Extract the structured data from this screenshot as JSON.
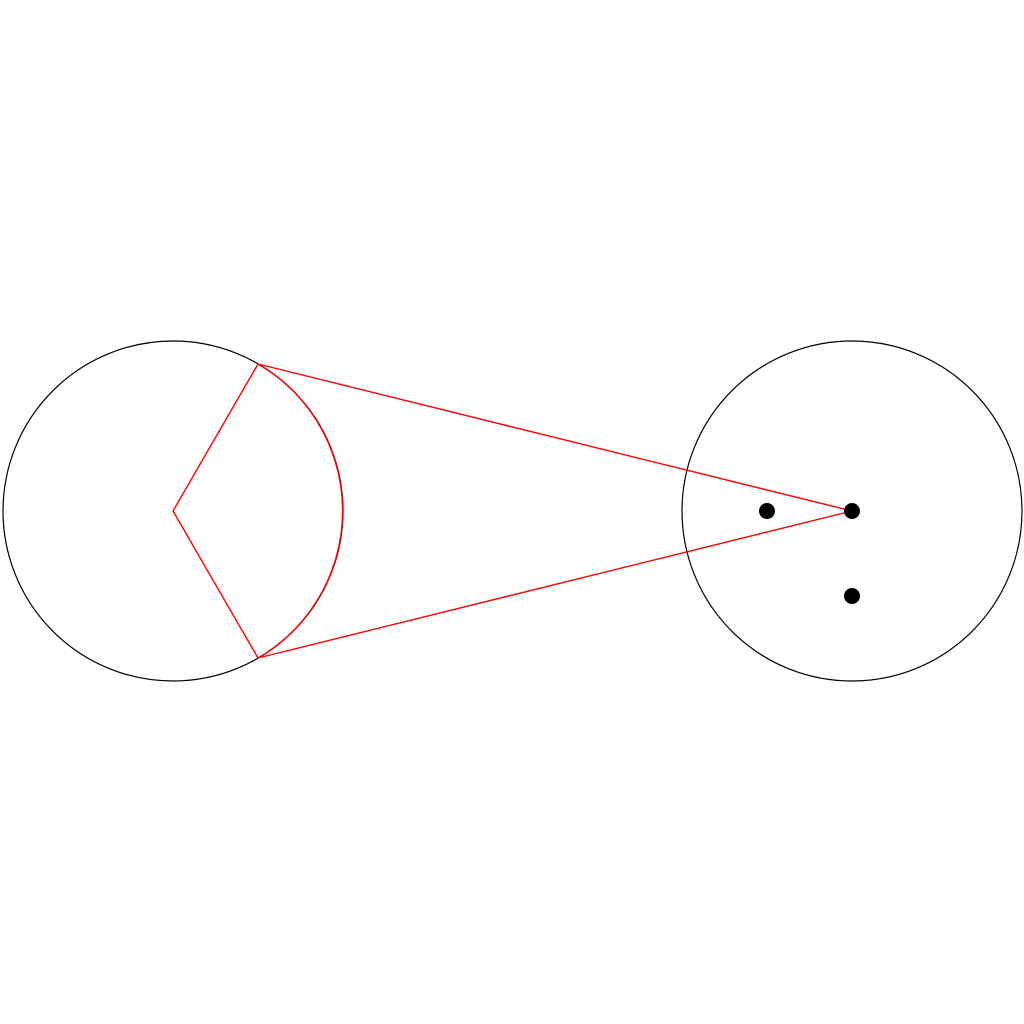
{
  "diagram": {
    "colors": {
      "background": "#ffffff",
      "circle_stroke": "#000000",
      "highlight": "#ff0000",
      "point_fill": "#000000"
    },
    "circles": [
      {
        "name": "left-circle"
      },
      {
        "name": "right-circle"
      }
    ],
    "highlighted_sector": {
      "circle": "left-circle",
      "half_angle_deg": 60
    },
    "tangent_lines_target": "right-circle-center-point",
    "points": [
      {
        "name": "right-circle-center-point"
      },
      {
        "name": "left-inner-point"
      },
      {
        "name": "lower-inner-point"
      }
    ]
  }
}
